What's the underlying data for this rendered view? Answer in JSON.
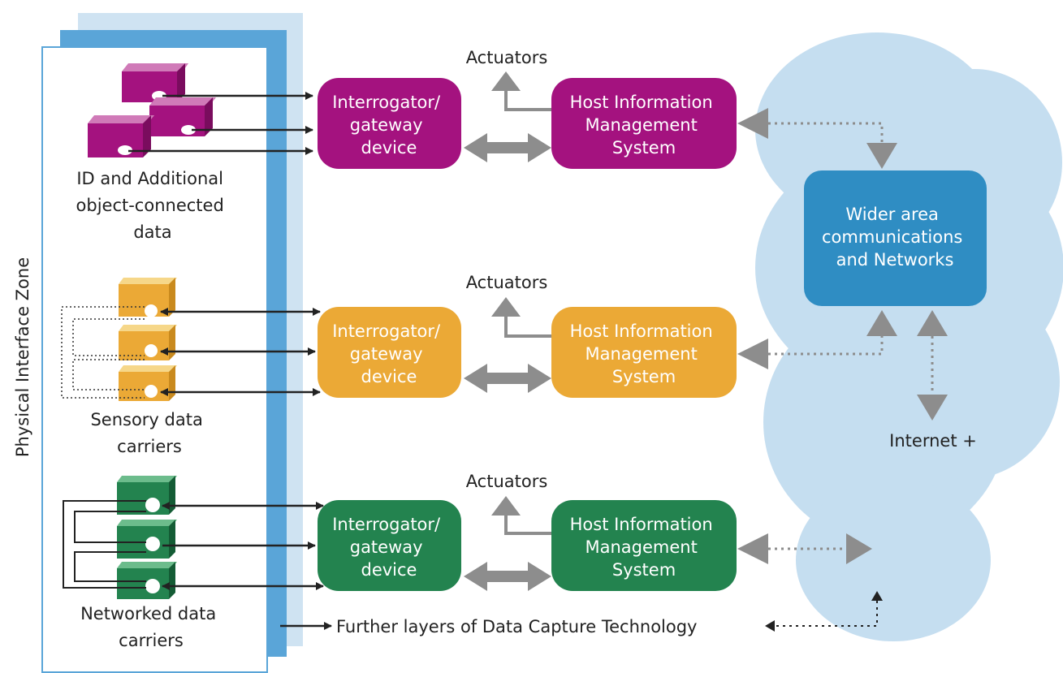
{
  "colors": {
    "purple": "#a4127f",
    "orange": "#eba936",
    "green": "#23834f",
    "blue": "#2f8dc3",
    "cloud": "#c5def0",
    "arrow_grey": "#8d8d8d",
    "zone_blue": "#5aa5d8"
  },
  "zone_label": "Physical Interface Zone",
  "rows": [
    {
      "carrier_label_lines": [
        "ID and Additional",
        "object-connected",
        "data"
      ],
      "actuators": "Actuators",
      "gateway_lines": [
        "Interrogator/",
        "gateway",
        "device"
      ],
      "host_lines": [
        "Host Information",
        "Management",
        "System"
      ]
    },
    {
      "carrier_label_lines": [
        "Sensory data",
        "carriers"
      ],
      "actuators": "Actuators",
      "gateway_lines": [
        "Interrogator/",
        "gateway",
        "device"
      ],
      "host_lines": [
        "Host Information",
        "Management",
        "System"
      ]
    },
    {
      "carrier_label_lines": [
        "Networked data",
        "carriers"
      ],
      "actuators": "Actuators",
      "gateway_lines": [
        "Interrogator/",
        "gateway",
        "device"
      ],
      "host_lines": [
        "Host Information",
        "Management",
        "System"
      ]
    }
  ],
  "wan_lines": [
    "Wider area",
    "communications",
    "and Networks"
  ],
  "internet": "Internet +",
  "further_layers": "Further layers of Data Capture Technology"
}
